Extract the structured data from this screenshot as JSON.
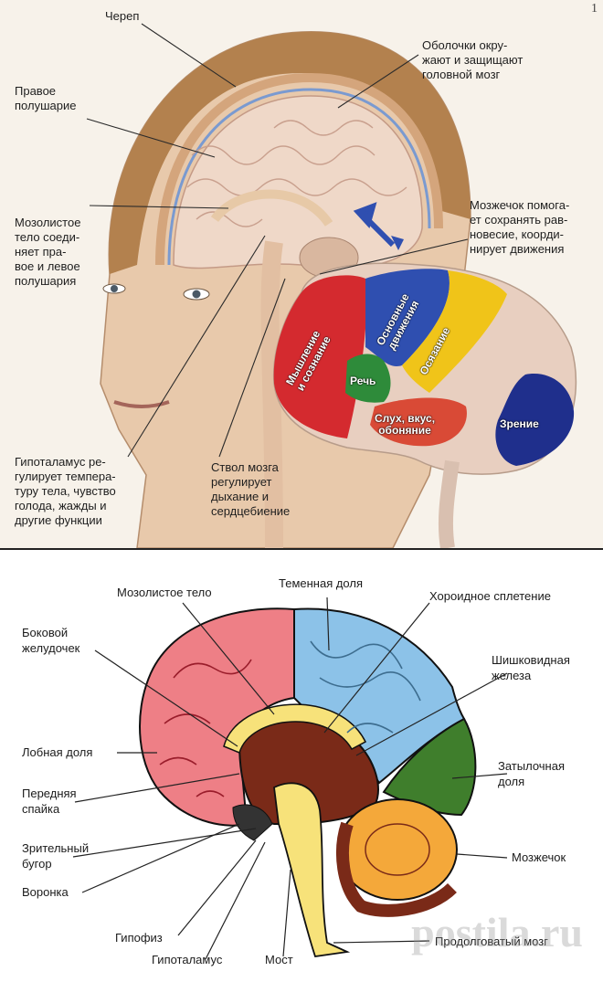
{
  "top_diagram": {
    "page_number": "1",
    "labels": {
      "skull": "Череп",
      "meninges": "Оболочки окру-\nжают и защищают\nголовной мозг",
      "right_hemisphere": "Правое\nполушарие",
      "corpus_callosum": "Мозолистое\nтело соеди-\nняет пра-\nвое и левое\nполушария",
      "cerebellum": "Мозжечок помога-\nет сохранять рав-\nновесие, коорди-\nнирует движения",
      "hypothalamus": "Гипоталамус ре-\nгулирует темпера-\nтуру тела, чувство\nголода, жажды и\nдругие функции",
      "brainstem": "Ствол мозга\nрегулирует\nдыхание и\nсердцебиение"
    },
    "regions": {
      "thinking": "Мышление\nи сознание",
      "speech": "Речь",
      "motor": "Основные\nдвижения",
      "touch": "Осязание",
      "senses": "Слух, вкус,\nобоняние",
      "vision": "Зрение"
    },
    "colors": {
      "thinking": "#d42a2f",
      "speech": "#2e8b3a",
      "motor": "#2f4fb0",
      "touch": "#f0c419",
      "senses": "#d94a36",
      "vision": "#1f2f8c"
    }
  },
  "bottom_diagram": {
    "labels": {
      "corpus_callosum": "Мозолистое тело",
      "parietal": "Теменная доля",
      "choroid": "Хороидное сплетение",
      "lateral_ventricle": "Боковой\nжелудочек",
      "pineal": "Шишковидная\nжелеза",
      "frontal": "Лобная доля",
      "occipital": "Затылочная\nдоля",
      "anterior_commissure": "Передняя\nспайка",
      "thalamus": "Зрительный\nбугор",
      "cerebellum": "Мозжечок",
      "infundibulum": "Воронка",
      "pituitary": "Гипофиз",
      "hypothalamus": "Гипоталамус",
      "pons": "Мост",
      "medulla": "Продолговатый мозг"
    },
    "colors": {
      "frontal": "#ee7f86",
      "parietal": "#8cc2e8",
      "occipital": "#3f7e2c",
      "cerebellum": "#f4a83a",
      "brainstem": "#f7e27a",
      "inner": "#7a2a18"
    }
  },
  "watermark": "postila.ru"
}
